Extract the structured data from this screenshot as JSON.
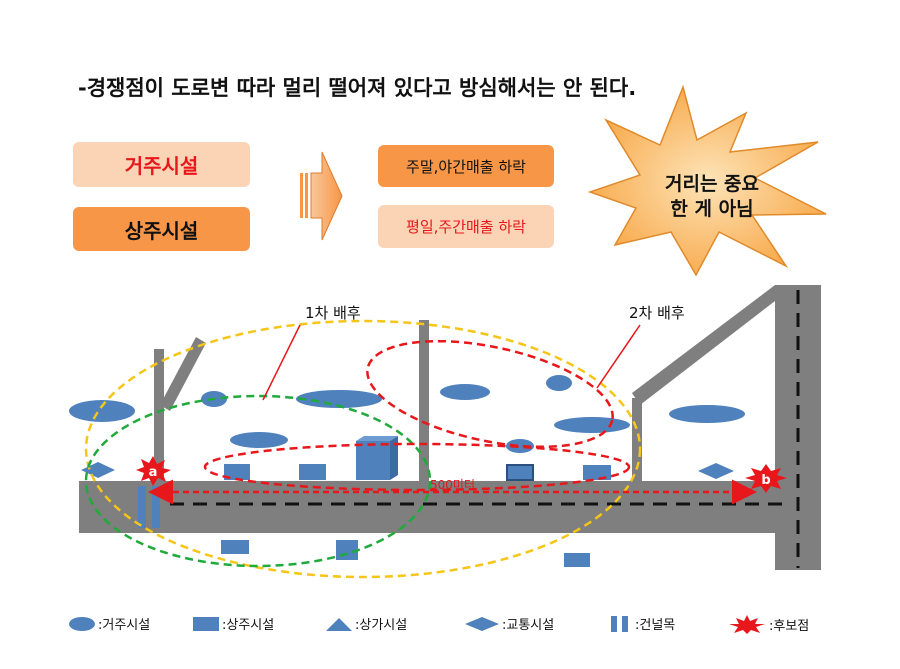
{
  "title": "-경쟁점이 도로변 따라 멀리 떨어져 있다고 방심해서는 안 된다.",
  "left_boxes": {
    "residential": "거주시설",
    "commercial": "상주시설"
  },
  "right_boxes": {
    "weekend": "주말,야간매출 하락",
    "weekday": "평일,주간매출 하락"
  },
  "star": {
    "line1": "거리는 중요",
    "line2": "한 게 아님"
  },
  "map": {
    "label_first": "1차 배후",
    "label_second": "2차 배후",
    "distance": "500미터",
    "point_a": "a",
    "point_b": "b"
  },
  "legend": [
    {
      "icon": "ellipse-icon",
      "label": ":거주시설"
    },
    {
      "icon": "square-icon",
      "label": ":상주시설"
    },
    {
      "icon": "triangle-icon",
      "label": ":상가시설"
    },
    {
      "icon": "diamond-icon",
      "label": ":교통시설"
    },
    {
      "icon": "double-bar-icon",
      "label": ":건널목"
    },
    {
      "icon": "burst-icon",
      "label": ":후보점"
    }
  ],
  "colors": {
    "blue": "#4f81bd",
    "road": "#7f7f7f",
    "orange": "#f79646",
    "peach": "#fbd3b5",
    "red": "#e8171b",
    "green": "#1faa3b",
    "yellow": "#f5c518"
  }
}
